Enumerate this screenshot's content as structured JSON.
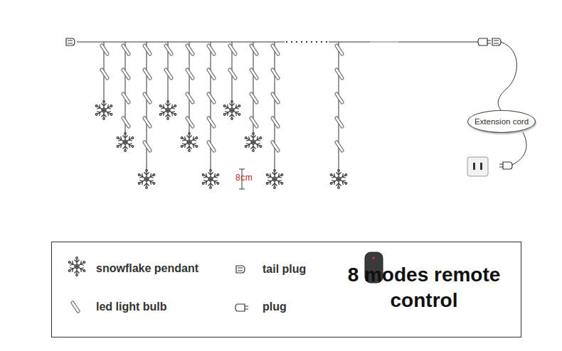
{
  "diagram": {
    "nodes": [
      {
        "text": [
          "Extension cord"
        ]
      }
    ],
    "labels": [
      "8cm",
      "8 modes remote control"
    ],
    "legend": [
      {
        "text": "snowflake pendant"
      },
      {
        "text": "tail plug"
      },
      {
        "text": "led light bulb"
      },
      {
        "text": "plug"
      }
    ]
  }
}
